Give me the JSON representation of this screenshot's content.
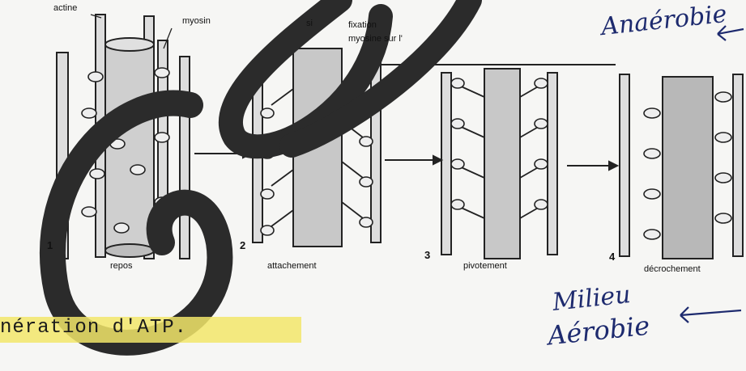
{
  "labels": {
    "actine": "actine",
    "myosine": "myosin",
    "fixation": "fixation",
    "fixation_line2": "myosine sur l'",
    "fixation_prefix": "si"
  },
  "steps": [
    {
      "number": "1",
      "caption": "repos"
    },
    {
      "number": "2",
      "caption": "attachement"
    },
    {
      "number": "3",
      "caption": "pivotement"
    },
    {
      "number": "4",
      "caption": "décrochement"
    }
  ],
  "handwriting": {
    "top_right": "Anaérobie",
    "bottom_right_line1": "Milieu",
    "bottom_right_line2": "Aérobie"
  },
  "bottom_text": "nération d'ATP.",
  "colors": {
    "ink": "#1a1a1a",
    "marker": "#2a2a2a",
    "highlight": "#f2e66a",
    "pen": "#1d2a6e"
  }
}
